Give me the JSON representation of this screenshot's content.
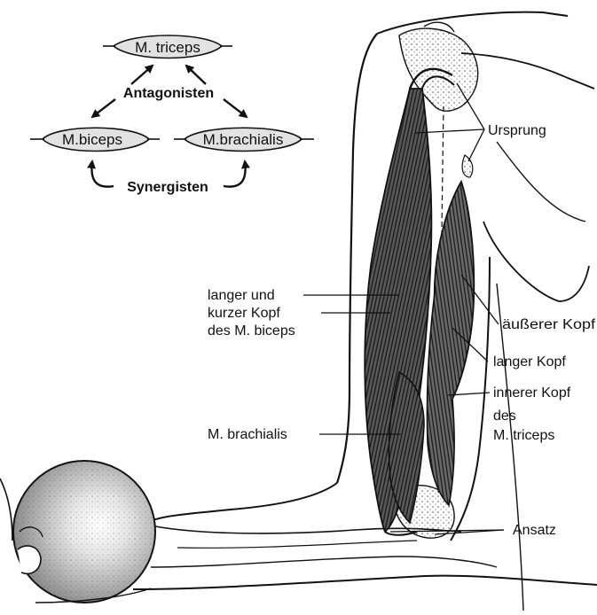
{
  "schema": {
    "muscles": {
      "triceps": "M. triceps",
      "biceps": "M.biceps",
      "brachialis": "M.brachialis"
    },
    "antagonists_label": "Antagonisten",
    "synergists_label": "Synergisten"
  },
  "labels": {
    "ursprung": "Ursprung",
    "biceps_heads_line1": "langer und",
    "biceps_heads_line2": "kurzer Kopf",
    "biceps_heads_line3": "des M. biceps",
    "brachialis": "M. brachialis",
    "triceps_outer": "äußerer Kopf",
    "triceps_long": "langer Kopf",
    "triceps_inner": "innerer Kopf",
    "triceps_des": "des",
    "triceps_name": "M. triceps",
    "ansatz": "Ansatz"
  },
  "colors": {
    "ink": "#111111",
    "muscle_fill": "#d8d8d8",
    "muscle_dark": "#3a3a3a",
    "ball_fill": "#9a9a9a"
  },
  "icons": [
    "arrow-icon",
    "curved-arrow-icon",
    "ball-icon"
  ]
}
